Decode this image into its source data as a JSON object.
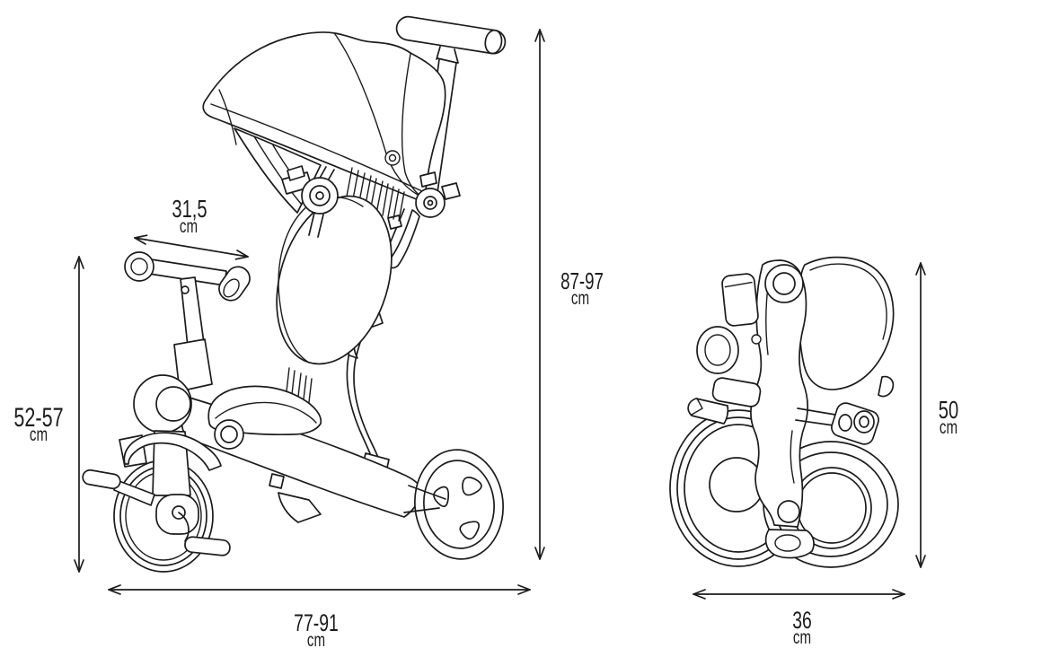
{
  "title": "tricycle-dimensions-diagram",
  "line_color": "#1c1c1c",
  "background_color": "#ffffff",
  "open_view": {
    "dims": {
      "handlebar_width": {
        "value": "31,5",
        "unit": "cm"
      },
      "saddle_height": {
        "value": "52-57",
        "unit": "cm"
      },
      "overall_height": {
        "value": "87-97",
        "unit": "cm"
      },
      "overall_length": {
        "value": "77-91",
        "unit": "cm"
      }
    }
  },
  "folded_view": {
    "dims": {
      "folded_height": {
        "value": "50",
        "unit": "cm"
      },
      "folded_width": {
        "value": "36",
        "unit": "cm"
      }
    }
  }
}
